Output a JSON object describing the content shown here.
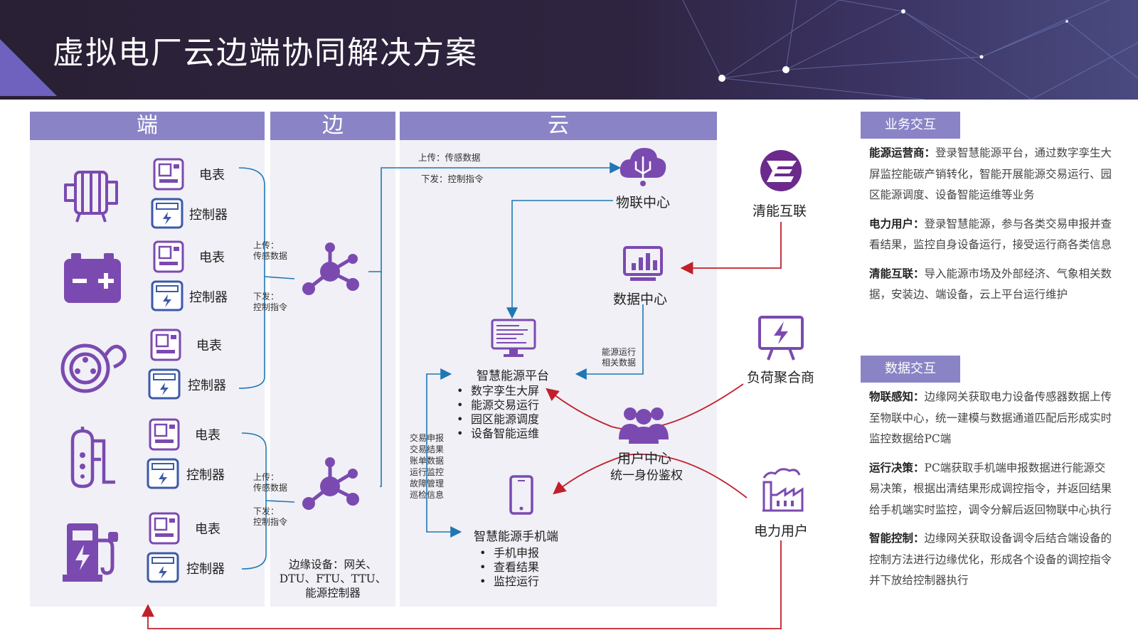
{
  "header": {
    "title": "虚拟电厂云边端协同解决方案"
  },
  "columns": {
    "end": "端",
    "edge": "边",
    "cloud": "云"
  },
  "devices": [
    {
      "meter": "电表",
      "controller": "控制器",
      "icon": "generator-icon"
    },
    {
      "meter": "电表",
      "controller": "控制器",
      "icon": "battery-icon"
    },
    {
      "meter": "电表",
      "controller": "控制器",
      "icon": "reel-icon"
    },
    {
      "meter": "电表",
      "controller": "控制器",
      "icon": "boiler-icon"
    },
    {
      "meter": "电表",
      "controller": "控制器",
      "icon": "ev-charger-icon"
    }
  ],
  "edge": {
    "up_top": "上传：\n传感数据",
    "down_top": "下发：\n控制指令",
    "up_bottom": "上传：\n传感数据",
    "down_bottom": "下发：\n控制指令",
    "caption": "边缘设备：网关、\nDTU、FTU、TTU、\n能源控制器"
  },
  "cloud": {
    "upload_label": "上传：传感数据",
    "download_label": "下发：控制指令",
    "iot_center": "物联中心",
    "data_center": "数据中心",
    "energy_ops_label": "能源运行\n相关数据",
    "platform": {
      "name": "智慧能源平台",
      "items": [
        "数字孪生大屏",
        "能源交易运行",
        "园区能源调度",
        "设备智能运维"
      ]
    },
    "side_list": "交易申报\n交易结果\n账单数据\n运行监控\n故障管理\n巡检信息",
    "user_center": "用户中心",
    "user_auth": "统一身份鉴权",
    "mobile": {
      "name": "智慧能源手机端",
      "items": [
        "手机申报",
        "查看结果",
        "监控运行"
      ]
    }
  },
  "actors": {
    "qingneng": "清能互联",
    "aggregator": "负荷聚合商",
    "power_user": "电力用户"
  },
  "right": {
    "business": {
      "heading": "业务交互",
      "paras": [
        {
          "k": "能源运营商：",
          "v": "登录智慧能源平台，通过数字孪生大屏监控能碳产销转化，智能开展能源交易运行、园区能源调度、设备智能运维等业务"
        },
        {
          "k": "电力用户：",
          "v": "登录智慧能源，参与各类交易申报并查看结果，监控自身设备运行，接受运行商各类信息"
        },
        {
          "k": "清能互联：",
          "v": "导入能源市场及外部经济、气象相关数据，安装边、端设备，云上平台运行维护"
        }
      ]
    },
    "data": {
      "heading": "数据交互",
      "paras": [
        {
          "k": "物联感知：",
          "v": "边缘网关获取电力设备传感器数据上传至物联中心，统一建模与数据通道匹配后形成实时监控数据给PC端"
        },
        {
          "k": "运行决策：",
          "v": "PC端获取手机端申报数据进行能源交易决策，根据出清结果形成调控指令，并返回结果给手机端实时监控，调令分解后返回物联中心执行"
        },
        {
          "k": "智能控制：",
          "v": "边缘网关获取设备调令后结合端设备的控制方法进行边缘优化，形成各个设备的调控指令并下放给控制器执行"
        }
      ]
    }
  },
  "colors": {
    "purple": "#6b3fa0",
    "header_purple": "#8a84c6",
    "blue_line": "#1f77b4",
    "red_line": "#c0202a"
  }
}
